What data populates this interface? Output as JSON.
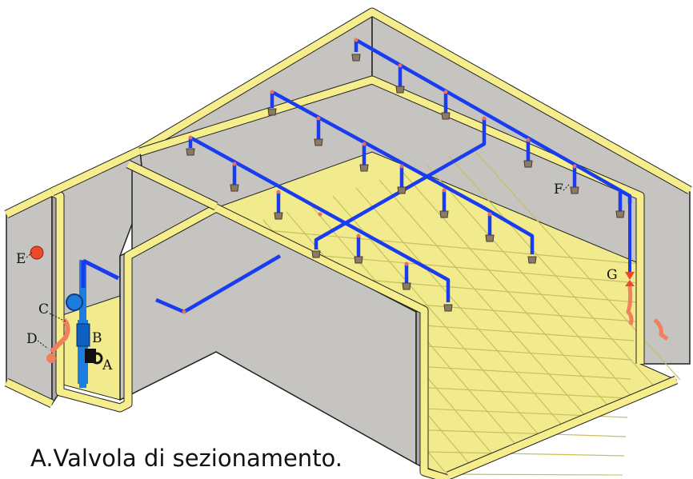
{
  "caption": "A.Valvola di sezionamento.",
  "labels": {
    "A": "A",
    "B": "B",
    "C": "C",
    "D": "D",
    "E": "E",
    "F": "F",
    "G": "G"
  },
  "colors": {
    "wall": "#c6c4c0",
    "wall_dark": "#a9a7a3",
    "wall_top": "#f6ee8c",
    "wall_outline": "#222222",
    "floor": "#f2eb8e",
    "floor_grid": "#c7bf5e",
    "pipe": "#1a3cf0",
    "pipe_fitting": "#e9705a",
    "sprinkler": "#8b7a66",
    "riser": "#1c7ce0",
    "alarm": "#e94a2a",
    "drain": "#f08060"
  }
}
